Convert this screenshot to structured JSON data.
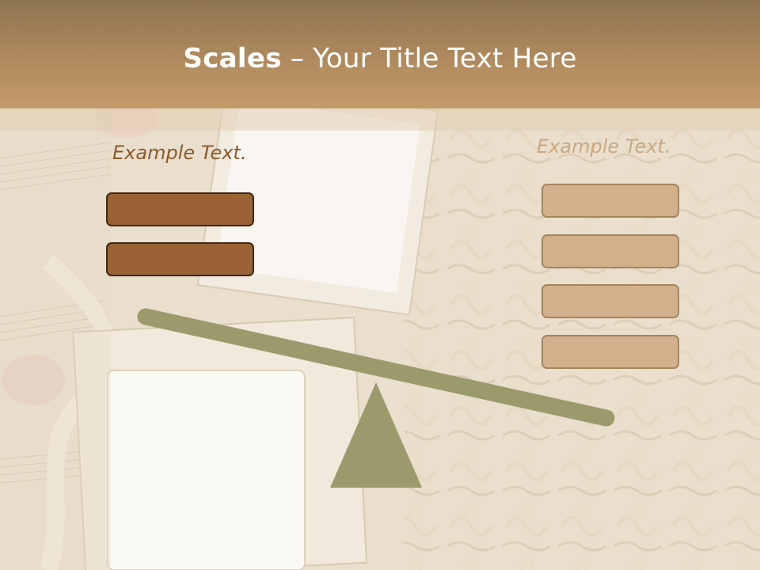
{
  "slide": {
    "title_bold": "Scales",
    "title_rest": " – Your Title Text Here",
    "left_label": "Example Text.",
    "right_label": "Example Text."
  },
  "colors": {
    "header": "#b08a5e",
    "dark_box": "#9a6233",
    "light_box": "#d2b08c",
    "beam": "#9a9a6c",
    "label_left": "#8a5a2d",
    "label_right": "#c9a880"
  },
  "scale": {
    "left_side_boxes": 2,
    "right_side_boxes": 4,
    "tilt": "left side up"
  }
}
